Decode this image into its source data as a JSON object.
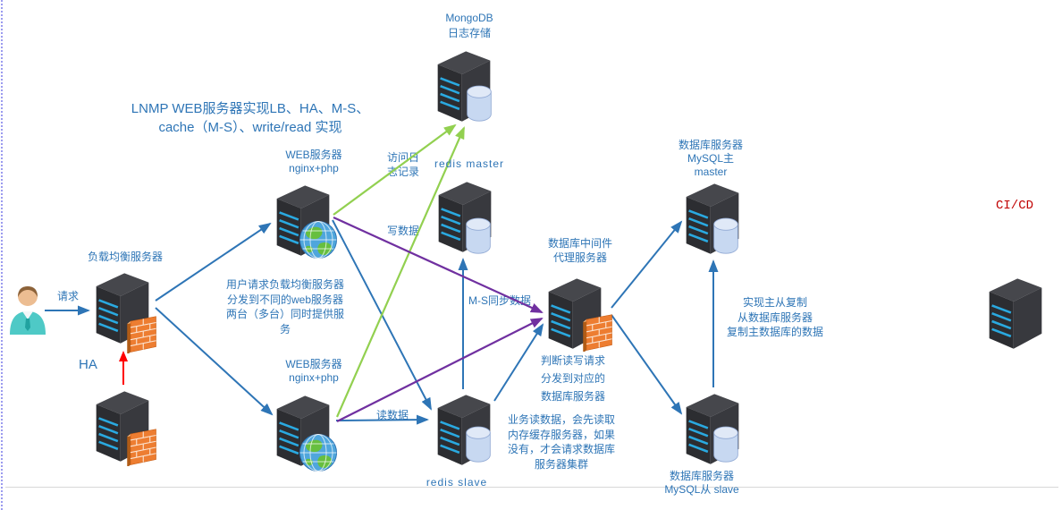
{
  "title": {
    "line1": "LNMP WEB服务器实现LB、HA、M-S、",
    "line2": "cache（M-S）、write/read 实现"
  },
  "nodes": {
    "mongodb": {
      "name": "MongoDB",
      "desc": "日志存储"
    },
    "web1": {
      "name": "WEB服务器",
      "desc": "nginx+php"
    },
    "web2": {
      "name": "WEB服务器",
      "desc": "nginx+php"
    },
    "lb": {
      "name": "负载均衡服务器"
    },
    "redis_master": {
      "name": "redis master"
    },
    "redis_slave": {
      "name": "redis slave"
    },
    "middleware": {
      "line1": "数据库中间件",
      "line2": "代理服务器"
    },
    "mysql_master": {
      "line1": "数据库服务器",
      "line2": "MySQL主",
      "line3": "master"
    },
    "mysql_slave": {
      "line1": "数据库服务器",
      "line2": "MySQL从 slave"
    },
    "cicd": {
      "label": "CI/CD"
    }
  },
  "edge_labels": {
    "request": "请求",
    "ha": "HA",
    "access_log": "访问日志记录",
    "write_data": "写数据",
    "read_data": "读数据",
    "ms_sync": "M-S同步数据"
  },
  "notes": {
    "lb": [
      "用户请求负载均衡服务器",
      "分发到不同的web服务器",
      "两台（多台）同时提供服务"
    ],
    "middleware": [
      "判断读写请求",
      "分发到对应的",
      "数据库服务器"
    ],
    "cache": [
      "业务读数据，会先读取",
      "内存缓存服务器，如果",
      "没有，才会请求数据库",
      "服务器集群"
    ],
    "replication": [
      "实现主从复制",
      "从数据库服务器",
      "复制主数据库的数据"
    ]
  },
  "icons": {
    "server": "server-tower-icon",
    "database": "database-cylinder-icon",
    "firewall": "firewall-brick-icon",
    "globe": "globe-icon",
    "person": "user-person-icon"
  },
  "colors": {
    "text_blue": "#2E75B6",
    "arrow_blue": "#2E75B6",
    "arrow_green": "#92D050",
    "arrow_purple": "#7030A0",
    "arrow_red": "#FF0000",
    "cicd_red": "#C00000",
    "server_dark": "#2C2D31",
    "slat_blue": "#2AA9E0",
    "firewall_orange": "#ED7D31"
  }
}
